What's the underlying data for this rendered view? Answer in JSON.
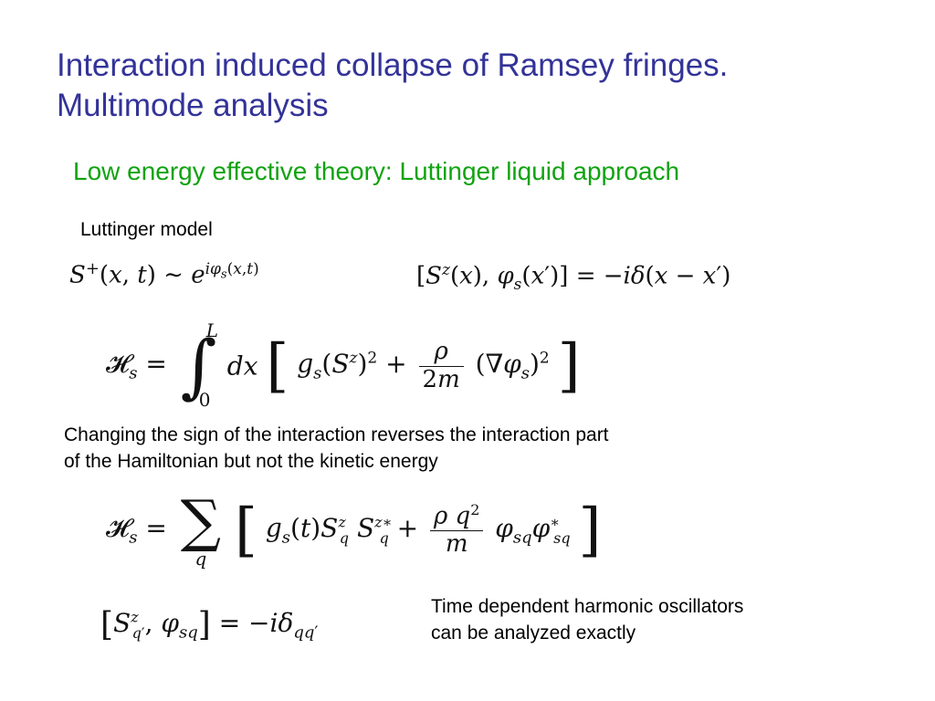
{
  "slide": {
    "title_line1": "Interaction induced collapse of Ramsey fringes.",
    "title_line2": "Multimode analysis",
    "subtitle": "Low energy effective theory: Luttinger liquid approach",
    "section_label": "Luttinger model",
    "paragraph_line1": "Changing the sign of the interaction reverses the interaction part",
    "paragraph_line2": "of the Hamiltonian but not the kinetic energy",
    "note_line1": "Time dependent harmonic oscillators",
    "note_line2": "can be analyzed exactly"
  },
  "colors": {
    "title": "#333399",
    "subtitle": "#11a311",
    "body": "#000000"
  }
}
